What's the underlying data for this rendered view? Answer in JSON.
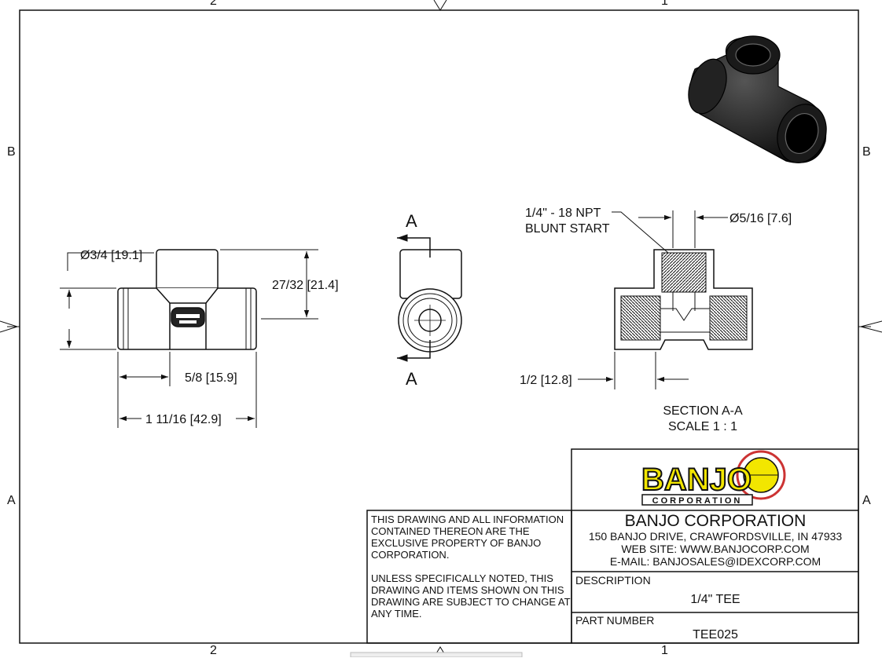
{
  "frame": {
    "zones_top": [
      "2",
      "1"
    ],
    "zones_bottom": [
      "2",
      "1"
    ],
    "zones_left": [
      "B",
      "A"
    ],
    "zones_right": [
      "B",
      "A"
    ]
  },
  "dimensions": {
    "outer_dia": "Ø3/4 [19.1]",
    "height": "27/32 [21.4]",
    "center_offset": "5/8 [15.9]",
    "overall_length": "1 11/16 [42.9]",
    "thread_note_line1": "1/4\" - 18 NPT",
    "thread_note_line2": "BLUNT START",
    "bore_dia": "Ø5/16 [7.6]",
    "thread_depth": "1/2 [12.8]"
  },
  "section": {
    "marker_top": "A",
    "marker_bottom": "A",
    "title": "SECTION A-A",
    "scale": "SCALE 1 : 1"
  },
  "logo": {
    "wordmark": "BANJO",
    "sub": "CORPORATION",
    "colors": {
      "yellow": "#f2e600",
      "black": "#111111"
    }
  },
  "title_block": {
    "notice_1": "THIS DRAWING AND ALL INFORMATION CONTAINED THEREON ARE THE EXCLUSIVE PROPERTY OF BANJO CORPORATION.",
    "notice_2": "UNLESS SPECIFICALLY NOTED, THIS DRAWING AND ITEMS SHOWN ON THIS DRAWING ARE SUBJECT TO CHANGE AT ANY TIME.",
    "company": "BANJO CORPORATION",
    "address": "150 BANJO DRIVE, CRAWFORDSVILLE, IN 47933",
    "website": "WEB SITE: WWW.BANJOCORP.COM",
    "email": "E-MAIL: BANJOSALES@IDEXCORP.COM",
    "description_label": "DESCRIPTION",
    "description_value": "1/4\" TEE",
    "part_number_label": "PART NUMBER",
    "part_number_value": "TEE025"
  }
}
